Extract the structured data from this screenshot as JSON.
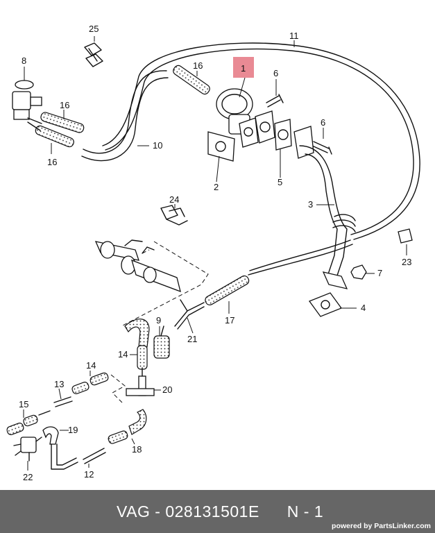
{
  "diagram": {
    "part_labels": [
      "1",
      "2",
      "3",
      "4",
      "5",
      "6",
      "6",
      "7",
      "8",
      "9",
      "10",
      "11",
      "12",
      "13",
      "14",
      "14",
      "15",
      "16",
      "16",
      "16",
      "17",
      "18",
      "19",
      "20",
      "21",
      "22",
      "23",
      "24",
      "25"
    ],
    "highlighted_part": "1",
    "highlight_color": "#e98a94"
  },
  "footer": {
    "brand": "VAG",
    "separator": "-",
    "part_number": "028131501E",
    "quantity": "N - 1",
    "powered_by": "powered by PartsLinker.com",
    "background": "#666666"
  }
}
